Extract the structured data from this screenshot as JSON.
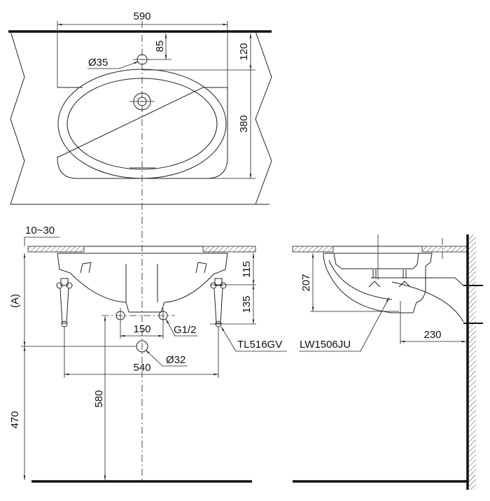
{
  "top_view": {
    "width_dim": "590",
    "tap_offset_dim": "85",
    "tap_hole_label": "Ø35",
    "bowl_offset_dim": "120",
    "bowl_depth_dim": "380"
  },
  "front_view": {
    "counter_thickness_dim": "10~30",
    "height_label": "(A)",
    "bowl_depth_dim": "115",
    "valve_drop_dim": "135",
    "supply_spacing_dim": "150",
    "supply_thread_label": "G1/2",
    "valve_model_label": "TL516GV",
    "valve_spacing_dim": "540",
    "drain_label": "Ø32",
    "drain_height_dim": "470",
    "supply_height_dim": "580"
  },
  "side_view": {
    "basin_depth_dim": "207",
    "waste_model_label": "LW1506JU",
    "wall_offset_dim": "230"
  },
  "colors": {
    "line": "#222222",
    "background": "#ffffff"
  }
}
